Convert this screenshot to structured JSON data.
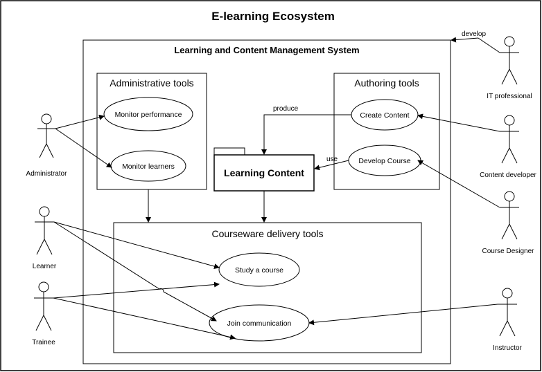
{
  "title": "E-learning Ecosystem",
  "system": {
    "label": "Learning and Content Management System"
  },
  "boxes": {
    "admin": "Administrative tools",
    "authoring": "Authoring tools",
    "courseware": "Courseware delivery tools"
  },
  "package": {
    "label": "Learning Content"
  },
  "usecases": {
    "monitor_performance": "Monitor performance",
    "monitor_learners": "Monitor learners",
    "create_content": "Create Content",
    "develop_course": "Develop Course",
    "study_course": "Study a course",
    "join_communication": "Join communication"
  },
  "actors": {
    "administrator": "Administrator",
    "learner": "Learner",
    "trainee": "Trainee",
    "it_professional": "IT professional",
    "content_developer": "Content developer",
    "course_designer": "Course Designer",
    "instructor": "Instructor"
  },
  "edge_labels": {
    "develop": "develop",
    "produce": "produce",
    "use": "use"
  }
}
